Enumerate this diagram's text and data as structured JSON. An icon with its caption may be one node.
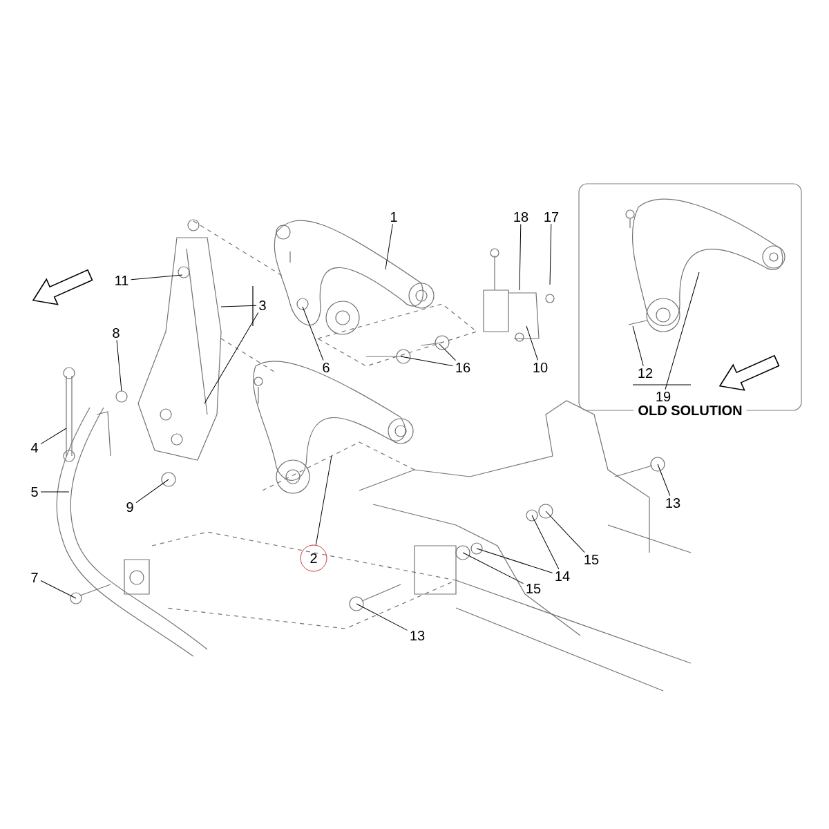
{
  "diagram": {
    "nodes": [
      {
        "text": [
          "1"
        ]
      },
      {
        "text": [
          "11"
        ]
      },
      {
        "text": [
          "3"
        ]
      },
      {
        "text": [
          "18"
        ]
      },
      {
        "text": [
          "17"
        ]
      },
      {
        "text": [
          "OLD SOLUTION"
        ]
      },
      {
        "text": [
          "12"
        ],
        "in": 5
      },
      {
        "text": [
          "19"
        ],
        "in": 5
      },
      {
        "text": [
          "8"
        ]
      },
      {
        "text": [
          "6"
        ]
      },
      {
        "text": [
          "16"
        ]
      },
      {
        "text": [
          "10"
        ]
      },
      {
        "text": [
          "4"
        ]
      },
      {
        "text": [
          "5"
        ]
      },
      {
        "text": [
          "13"
        ]
      },
      {
        "text": [
          "9"
        ]
      },
      {
        "text": [
          "2"
        ]
      },
      {
        "text": [
          "15"
        ]
      },
      {
        "text": [
          "14"
        ]
      },
      {
        "text": [
          "15"
        ]
      },
      {
        "text": [
          "7"
        ]
      },
      {
        "text": [
          "13"
        ]
      }
    ],
    "edges": [
      {
        "from": 0,
        "to": null,
        "arrow": "none"
      },
      {
        "from": 1,
        "to": null,
        "arrow": "none"
      },
      {
        "from": 2,
        "to": null,
        "arrow": "none"
      },
      {
        "from": 2,
        "to": null,
        "arrow": "none"
      },
      {
        "from": 3,
        "to": null,
        "arrow": "none"
      },
      {
        "from": 4,
        "to": null,
        "arrow": "none"
      },
      {
        "from": 6,
        "to": null,
        "arrow": "none"
      },
      {
        "from": 7,
        "to": null,
        "arrow": "none"
      },
      {
        "from": 8,
        "to": null,
        "arrow": "none"
      },
      {
        "from": 9,
        "to": null,
        "arrow": "none"
      },
      {
        "from": 10,
        "to": null,
        "arrow": "none"
      },
      {
        "from": 10,
        "to": null,
        "arrow": "none"
      },
      {
        "from": 11,
        "to": null,
        "arrow": "none"
      },
      {
        "from": 12,
        "to": null,
        "arrow": "none"
      },
      {
        "from": 13,
        "to": null,
        "arrow": "none"
      },
      {
        "from": 14,
        "to": null,
        "arrow": "none"
      },
      {
        "from": 15,
        "to": null,
        "arrow": "none"
      },
      {
        "from": 16,
        "to": null,
        "arrow": "none"
      },
      {
        "from": 17,
        "to": null,
        "arrow": "none"
      },
      {
        "from": 18,
        "to": null,
        "arrow": "none"
      },
      {
        "from": 18,
        "to": null,
        "arrow": "none"
      },
      {
        "from": 19,
        "to": null,
        "arrow": "none"
      },
      {
        "from": 20,
        "to": null,
        "arrow": "none"
      },
      {
        "from": 21,
        "to": null,
        "arrow": "none"
      }
    ]
  }
}
